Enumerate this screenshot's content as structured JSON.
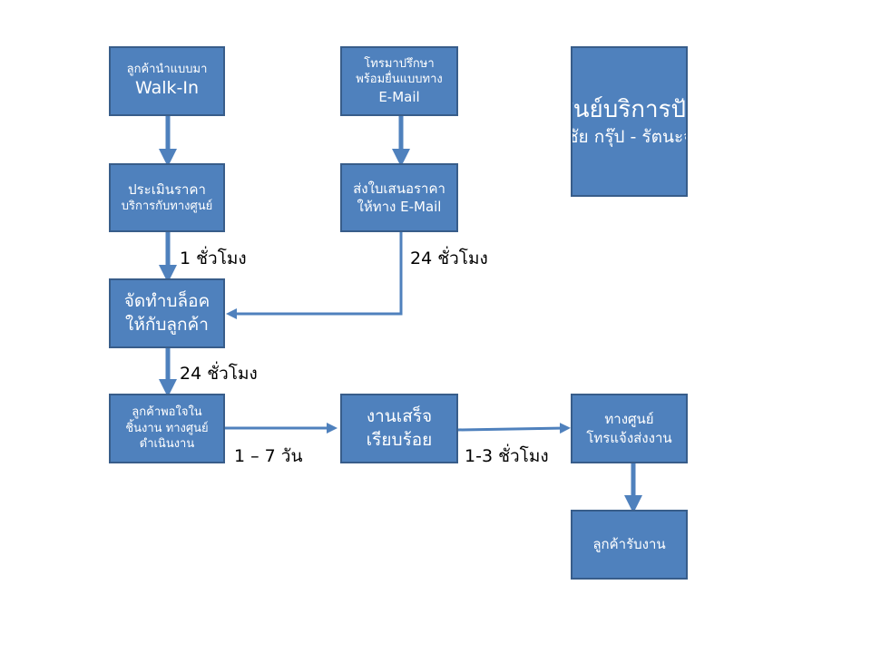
{
  "colors": {
    "box_fill": "#4f81bd",
    "box_border": "#385d8a",
    "arrow": "#4f81bd",
    "text": "#ffffff"
  },
  "boxes": {
    "walk_in": {
      "line1": "ลูกค้านำแบบมา",
      "line2": "Walk-In"
    },
    "phone_email": {
      "line1": "โทรมาปรึกษา",
      "line2": "พร้อมยื่นแบบทาง",
      "line3": "E-Mail"
    },
    "center": {
      "title": "ศูนย์บริการปัก",
      "subtitle": "วันชัย กรุ๊ป - รัตนะจักร"
    },
    "evaluate": {
      "line1": "ประเมินราคา",
      "line2": "บริการกับทางศูนย์"
    },
    "quote": {
      "line1": "ส่งใบเสนอราคา",
      "line2": "ให้ทาง E-Mail"
    },
    "block": {
      "line1": "จัดทำบล็อค",
      "line2": "ให้กับลูกค้า"
    },
    "approve": {
      "line1": "ลูกค้าพอใจใน",
      "line2": "ชิ้นงาน ทางศูนย์",
      "line3": "ดำเนินงาน"
    },
    "done": {
      "line1": "งานเสร็จ",
      "line2": "เรียบร้อย"
    },
    "notify": {
      "line1": "ทางศูนย์",
      "line2": "โทรแจ้งส่งงาน"
    },
    "receive": {
      "line1": "ลูกค้ารับงาน"
    }
  },
  "labels": {
    "evaluate_to_block": "1 ชั่วโมง",
    "quote_to_block": "24 ชั่วโมง",
    "block_to_approve": "24 ชั่วโมง",
    "approve_to_done": "1 – 7 วัน",
    "done_to_notify": "1-3 ชั่วโมง"
  }
}
